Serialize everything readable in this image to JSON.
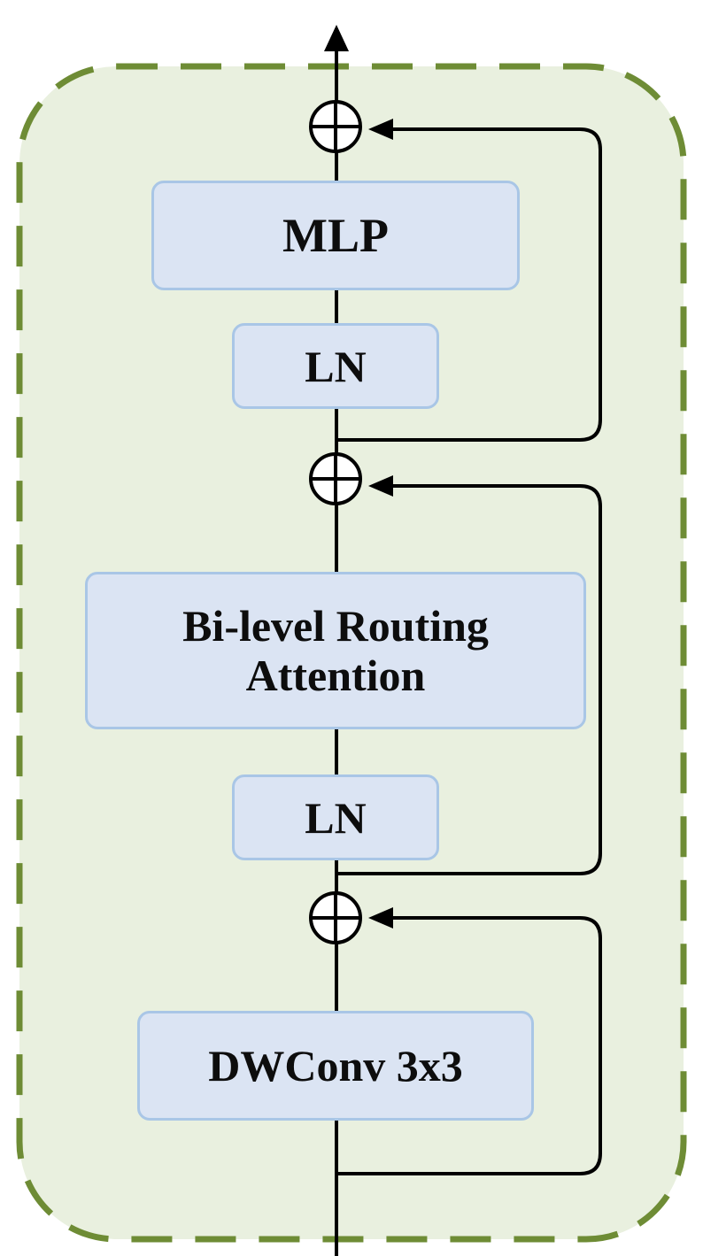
{
  "diagram": {
    "colors": {
      "container_fill": "#e9f0df",
      "container_border": "#6e8c35",
      "block_fill": "#dbe4f3",
      "block_border": "#a9c6e6",
      "line": "#000000"
    },
    "blocks": {
      "mlp": "MLP",
      "ln_top": "LN",
      "attention_line1": "Bi-level Routing",
      "attention_line2": "Attention",
      "ln_bottom": "LN",
      "dwconv": "DWConv 3x3"
    },
    "operators": {
      "add_symbol": "add-circle-icon"
    }
  }
}
